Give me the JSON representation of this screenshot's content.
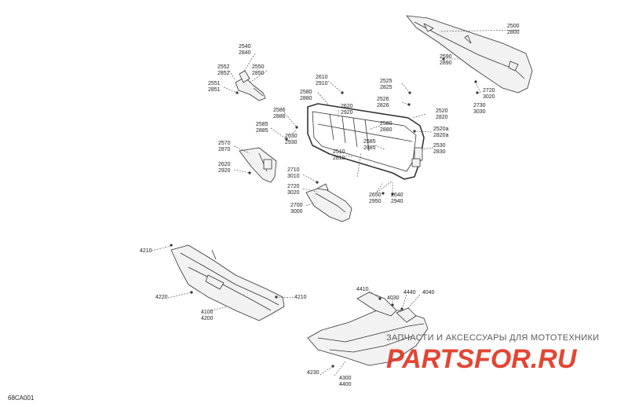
{
  "diagram_ref": "68CA001",
  "watermark": {
    "caption": "ЗАПЧАСТИ И АКСЕССУАРЫ ДЛЯ МОТОТЕХНИКИ",
    "logo": "PARTSFOR.RU",
    "logo_color": "#e0321e"
  },
  "line_color": "#333333",
  "part_fill": "#f2f2f2",
  "callouts": [
    {
      "id": "c2500",
      "text": "2500\n2800"
    },
    {
      "id": "c2590",
      "text": "2590\n2890"
    },
    {
      "id": "c2720a",
      "text": "2720\n3020"
    },
    {
      "id": "c2730",
      "text": "2730\n3030"
    },
    {
      "id": "c2540",
      "text": "2540\n2840"
    },
    {
      "id": "c2552",
      "text": "2552\n2852"
    },
    {
      "id": "c2550",
      "text": "2550\n2850"
    },
    {
      "id": "c2551",
      "text": "2551\n2851"
    },
    {
      "id": "c2610",
      "text": "2610\n2910"
    },
    {
      "id": "c2580a",
      "text": "2580\n2880"
    },
    {
      "id": "c2525",
      "text": "2525\n2825"
    },
    {
      "id": "c2526",
      "text": "2526\n2826"
    },
    {
      "id": "c2586",
      "text": "2586\n2886"
    },
    {
      "id": "c2620a",
      "text": "2620\n2920"
    },
    {
      "id": "c2520",
      "text": "2520\n2820"
    },
    {
      "id": "c2585a",
      "text": "2585\n2885"
    },
    {
      "id": "c2630",
      "text": "2630\n2930"
    },
    {
      "id": "c2580b",
      "text": "2580\n2880"
    },
    {
      "id": "c2520a",
      "text": "2520a\n2820a"
    },
    {
      "id": "c2570",
      "text": "2570\n2870"
    },
    {
      "id": "c2585b",
      "text": "2585\n2885"
    },
    {
      "id": "c2530",
      "text": "2530\n2830"
    },
    {
      "id": "c2510",
      "text": "2510\n2810"
    },
    {
      "id": "c2620b",
      "text": "2620\n2920"
    },
    {
      "id": "c2710",
      "text": "2710\n3010"
    },
    {
      "id": "c2720b",
      "text": "2720\n3020"
    },
    {
      "id": "c2650",
      "text": "2650\n2950"
    },
    {
      "id": "c2640",
      "text": "2640\n2940"
    },
    {
      "id": "c2700",
      "text": "2700\n3000"
    },
    {
      "id": "c4210a",
      "text": "4210"
    },
    {
      "id": "c4220",
      "text": "4220"
    },
    {
      "id": "c4210b",
      "text": "4210"
    },
    {
      "id": "c4100",
      "text": "4100\n4200"
    },
    {
      "id": "c4410",
      "text": "4410"
    },
    {
      "id": "c4440",
      "text": "4440"
    },
    {
      "id": "c4040",
      "text": "4040"
    },
    {
      "id": "c4030",
      "text": "4030"
    },
    {
      "id": "c4230",
      "text": "4230"
    },
    {
      "id": "c4300",
      "text": "4300\n4400"
    }
  ]
}
